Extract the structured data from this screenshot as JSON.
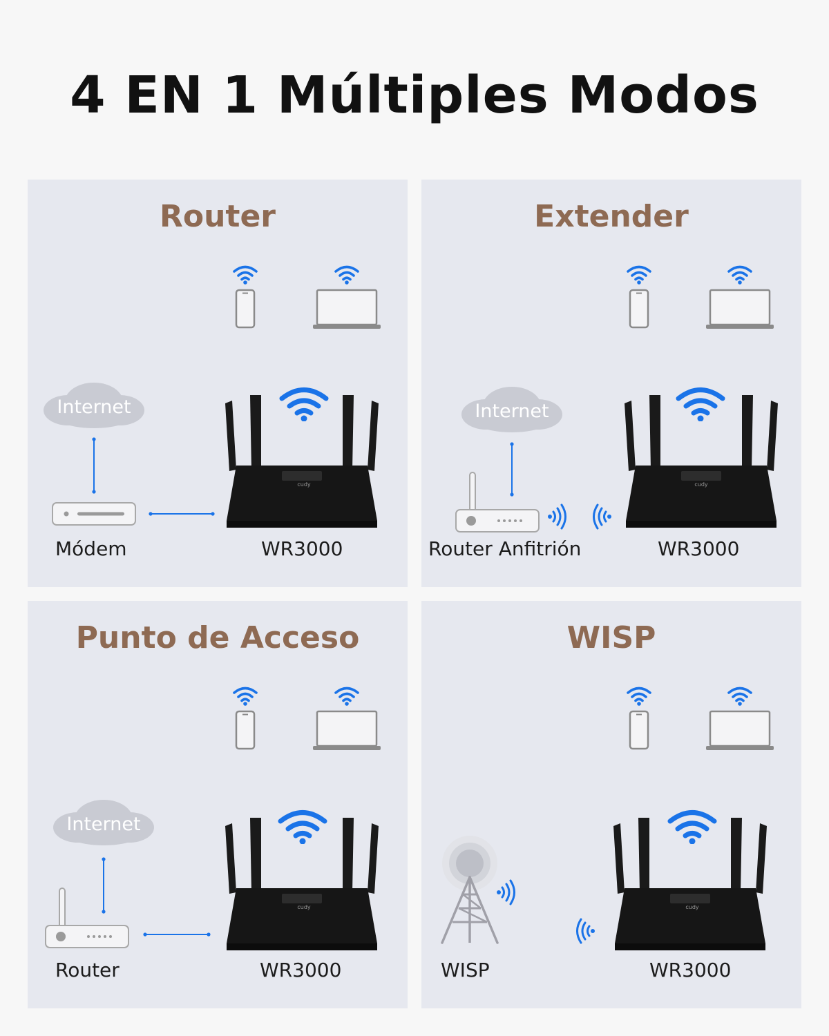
{
  "title": "4 EN 1 Múltiples Modos",
  "cloud_text": "Internet",
  "router_brand": "cudy",
  "device_name": "WR3000",
  "panels": [
    {
      "title": "Router",
      "source_label": "Módem",
      "device_label": "WR3000"
    },
    {
      "title": "Extender",
      "source_label": "Router Anfitrión",
      "device_label": "WR3000"
    },
    {
      "title": "Punto de Acceso",
      "source_label": "Router",
      "device_label": "WR3000"
    },
    {
      "title": "WISP",
      "source_label": "WISP",
      "device_label": "WR3000"
    }
  ],
  "colors": {
    "wifi_blue": "#1a73e8",
    "title_brown": "#8e6a53",
    "panel_bg": "#e6e8ef",
    "cloud": "#c9cbd3",
    "device_outline": "#8a8a8a",
    "router_body": "#161616"
  }
}
